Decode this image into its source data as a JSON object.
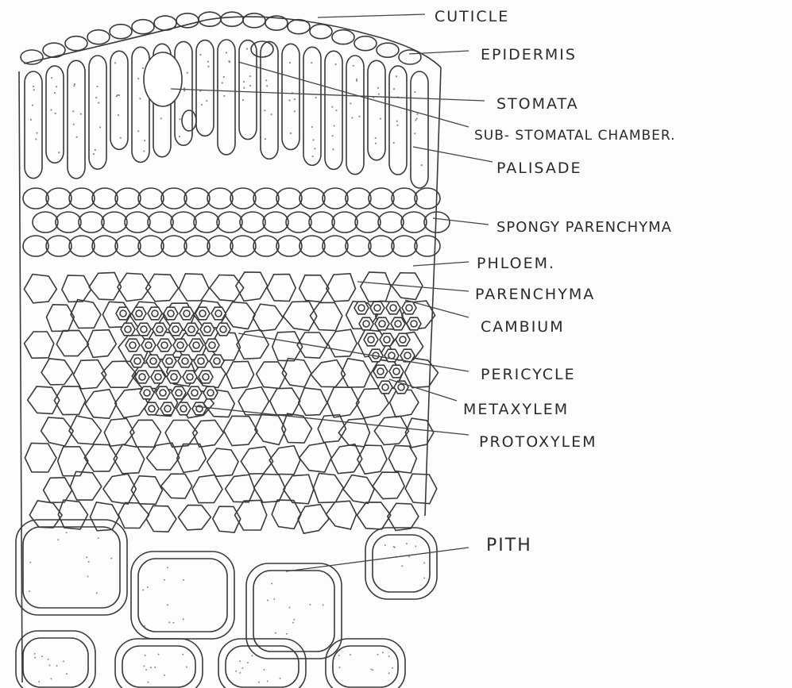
{
  "labels": [
    {
      "id": "cuticle",
      "text": "CUTICLE"
    },
    {
      "id": "epidermis",
      "text": "EPIDERMIS"
    },
    {
      "id": "stomata",
      "text": "STOMATA"
    },
    {
      "id": "sub_stomatal_chamber",
      "text": "SUB- STOMATAL CHAMBER."
    },
    {
      "id": "palisade",
      "text": "PALISADE"
    },
    {
      "id": "spongy_parenchyma",
      "text": "SPONGY PARENCHYMA"
    },
    {
      "id": "phloem",
      "text": "PHLOEM."
    },
    {
      "id": "parenchyma",
      "text": "PARENCHYMA"
    },
    {
      "id": "cambium",
      "text": "CAMBIUM"
    },
    {
      "id": "pericycle",
      "text": "PERICYCLE"
    },
    {
      "id": "metaxylem",
      "text": "METAXYLEM"
    },
    {
      "id": "protoxylem",
      "text": "PROTOXYLEM"
    },
    {
      "id": "pith",
      "text": "PITH"
    }
  ],
  "colors": {
    "ink": "#3a3a3a",
    "paper": "#fdfdfb"
  }
}
